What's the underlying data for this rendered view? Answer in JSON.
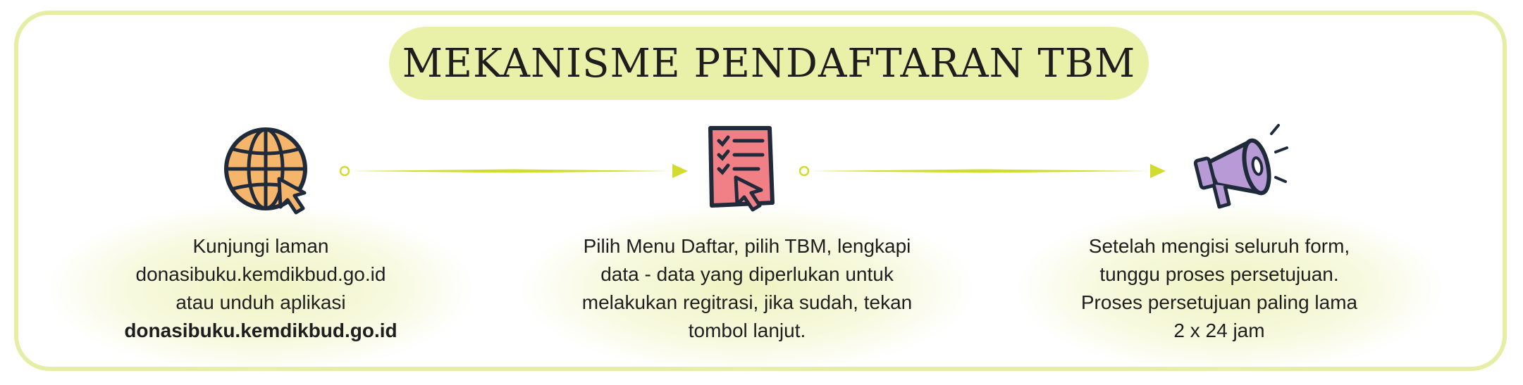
{
  "title": "MEKANISME PENDAFTARAN TBM",
  "colors": {
    "frame_border": "#e6eea6",
    "title_bg": "#e9f0a7",
    "connector": "#d2dc2e",
    "globe_fill": "#f5b66b",
    "checklist_fill": "#f07f86",
    "megaphone_fill": "#b79ad6",
    "outline": "#1f2a3a"
  },
  "steps": [
    {
      "icon": "globe-cursor-icon",
      "lines": [
        "Kunjungi laman",
        "donasibuku.kemdikbud.go.id",
        "atau unduh aplikasi"
      ],
      "bold_line": "donasibuku.kemdikbud.go.id"
    },
    {
      "icon": "checklist-cursor-icon",
      "lines": [
        "Pilih Menu Daftar, pilih TBM, lengkapi",
        "data - data yang diperlukan untuk",
        "melakukan regitrasi, jika sudah, tekan",
        "tombol lanjut."
      ]
    },
    {
      "icon": "megaphone-icon",
      "lines": [
        "Setelah mengisi seluruh form,",
        "tunggu proses persetujuan.",
        "Proses persetujuan paling lama",
        "2 x 24 jam"
      ]
    }
  ]
}
